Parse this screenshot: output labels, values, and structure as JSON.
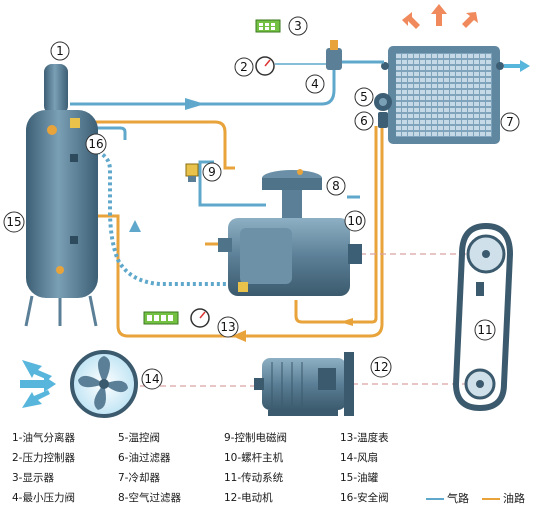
{
  "diagram": {
    "callouts": [
      "1",
      "2",
      "3",
      "4",
      "5",
      "6",
      "7",
      "8",
      "9",
      "10",
      "11",
      "12",
      "13",
      "14",
      "15",
      "16"
    ]
  },
  "legend": {
    "items": [
      "1-油气分离器",
      "2-压力控制器",
      "3-显示器",
      "4-最小压力阀",
      "5-温控阀",
      "6-油过滤器",
      "7-冷却器",
      "8-空气过滤器",
      "9-控制电磁阀",
      "10-螺杆主机",
      "11-传动系统",
      "12-电动机",
      "13-温度表",
      "14-风扇",
      "15-油罐",
      "16-安全阀"
    ],
    "air_path": "气路",
    "oil_path": "油路"
  },
  "colors": {
    "air_path": "#5fa8cc",
    "oil_path": "#e8a33a",
    "machine": "#5b7f96",
    "arrow_hot": "#f08a5d",
    "arrow_cool": "#58b6dc"
  }
}
